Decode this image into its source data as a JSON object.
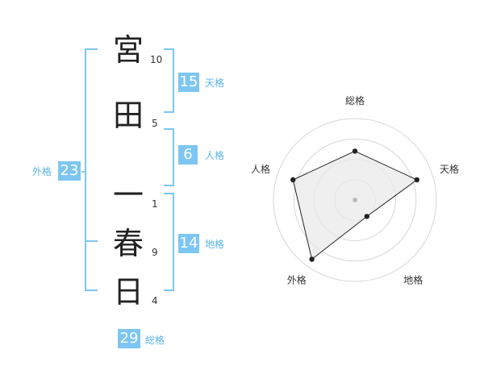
{
  "name": {
    "chars": [
      {
        "char": "宮",
        "strokes": "10"
      },
      {
        "char": "田",
        "strokes": "5"
      },
      {
        "char": "一",
        "strokes": "1"
      },
      {
        "char": "春",
        "strokes": "9"
      },
      {
        "char": "日",
        "strokes": "4"
      }
    ]
  },
  "fortunes": {
    "tenkaku": {
      "value": "15",
      "label": "天格"
    },
    "jinkaku": {
      "value": "6",
      "label": "人格"
    },
    "chikaku": {
      "value": "14",
      "label": "地格"
    },
    "gaikaku": {
      "value": "23",
      "label": "外格"
    },
    "soukaku": {
      "value": "29",
      "label": "総格"
    }
  },
  "colors": {
    "accent": "#7dc6f2",
    "accent_text": "#5bb4ea"
  },
  "radar": {
    "axes": [
      "総格",
      "天格",
      "地格",
      "外格",
      "人格"
    ],
    "values": [
      0.6,
      0.8,
      0.25,
      0.9,
      0.8
    ],
    "rings": 4
  }
}
